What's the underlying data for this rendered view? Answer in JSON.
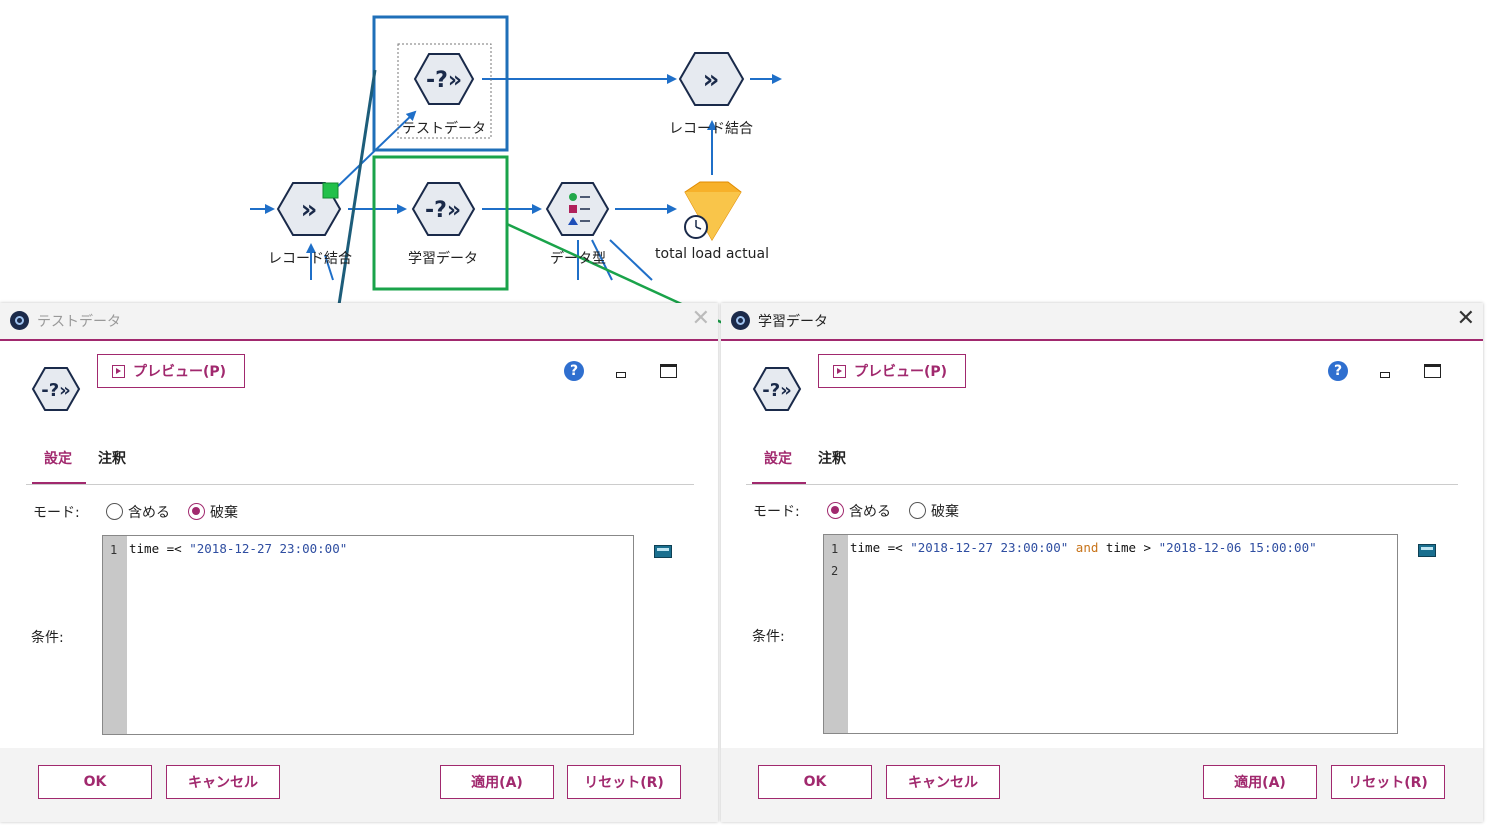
{
  "canvas": {
    "nodes": {
      "test_data": "テストデータ",
      "merge_top": "レコード結合",
      "merge_left": "レコード結合",
      "train_data": "学習データ",
      "data_type": "データ型",
      "total_load": "total load actual"
    },
    "highlight_colors": {
      "test": "#1f6fb8",
      "train": "#1aa34a",
      "arrow_dark": "#1d5d7a"
    }
  },
  "dialogs": {
    "left": {
      "title": "テストデータ",
      "preview_label": "プレビュー(P)",
      "tabs": [
        "設定",
        "注釈"
      ],
      "mode_label": "モード:",
      "mode_options": [
        "含める",
        "破棄"
      ],
      "selected_mode": "破棄",
      "condition_label": "条件:",
      "line_numbers": [
        "1"
      ],
      "code_line1_var": "time",
      "code_line1_op": " =< ",
      "code_line1_str": "\"2018-12-27 23:00:00\"",
      "buttons": {
        "ok": "OK",
        "cancel": "キャンセル",
        "apply": "適用(A)",
        "reset": "リセット(R)"
      }
    },
    "right": {
      "title": "学習データ",
      "preview_label": "プレビュー(P)",
      "tabs": [
        "設定",
        "注釈"
      ],
      "mode_label": "モード:",
      "mode_options": [
        "含める",
        "破棄"
      ],
      "selected_mode": "含める",
      "condition_label": "条件:",
      "line_numbers": [
        "1",
        "2"
      ],
      "code_line1_var": "time",
      "code_line1_op": " =< ",
      "code_line1_str": "\"2018-12-27 23:00:00\"",
      "code_line1_and": " and ",
      "code_line1_var2": "time",
      "code_line1_op2": " > ",
      "code_line1_str2": "\"2018-12-06 15:00:00\"",
      "buttons": {
        "ok": "OK",
        "cancel": "キャンセル",
        "apply": "適用(A)",
        "reset": "リセット(R)"
      }
    }
  }
}
